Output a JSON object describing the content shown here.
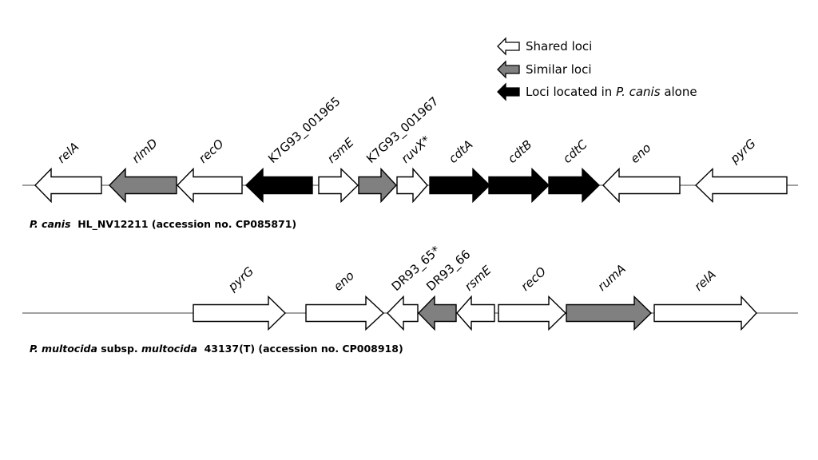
{
  "colors": {
    "shared": "#ffffff",
    "similar": "#808080",
    "unique": "#000000",
    "outline": "#000000",
    "backbone": "#808080"
  },
  "legend": [
    {
      "type": "shared",
      "label": "Shared loci"
    },
    {
      "type": "similar",
      "label": "Similar loci"
    },
    {
      "type": "unique",
      "label_prefix": "Loci located in ",
      "label_italic": "P. canis",
      "label_suffix": " alone"
    }
  ],
  "tracks": [
    {
      "id": "p-canis",
      "caption": {
        "italic": "P. canis",
        "rest": "  HL_NV12211 (accession no. CP085871)"
      },
      "genes": [
        {
          "name": "relA",
          "italic": true,
          "type": "shared",
          "strand": "-"
        },
        {
          "name": "rlmD",
          "italic": true,
          "type": "similar",
          "strand": "-"
        },
        {
          "name": "recO",
          "italic": true,
          "type": "shared",
          "strand": "-"
        },
        {
          "name": "K7G93_001965",
          "italic": false,
          "type": "unique",
          "strand": "-"
        },
        {
          "name": "rsmE",
          "italic": true,
          "type": "shared",
          "strand": "+"
        },
        {
          "name": "K7G93_001967",
          "italic": false,
          "type": "similar",
          "strand": "+"
        },
        {
          "name": "ruvX*",
          "italic": true,
          "type": "shared",
          "strand": "+"
        },
        {
          "name": "cdtA",
          "italic": true,
          "type": "unique",
          "strand": "+"
        },
        {
          "name": "cdtB",
          "italic": true,
          "type": "unique",
          "strand": "+"
        },
        {
          "name": "cdtC",
          "italic": true,
          "type": "unique",
          "strand": "+"
        },
        {
          "name": "eno",
          "italic": true,
          "type": "shared",
          "strand": "-"
        },
        {
          "name": "pyrG",
          "italic": true,
          "type": "shared",
          "strand": "-"
        }
      ]
    },
    {
      "id": "p-multocida",
      "caption": {
        "italic": "P. multocida",
        "mid": " subsp. ",
        "italic2": "multocida",
        "rest": "  43137(T) (accession no. CP008918)"
      },
      "genes": [
        {
          "name": "pyrG",
          "italic": true,
          "type": "shared",
          "strand": "+"
        },
        {
          "name": "eno",
          "italic": true,
          "type": "shared",
          "strand": "+"
        },
        {
          "name": "DR93_65*",
          "italic": false,
          "type": "shared",
          "strand": "-"
        },
        {
          "name": "DR93_66",
          "italic": false,
          "type": "similar",
          "strand": "-"
        },
        {
          "name": "rsmE",
          "italic": true,
          "type": "shared",
          "strand": "-"
        },
        {
          "name": "recO",
          "italic": true,
          "type": "shared",
          "strand": "+"
        },
        {
          "name": "rumA",
          "italic": true,
          "type": "similar",
          "strand": "+"
        },
        {
          "name": "relA",
          "italic": true,
          "type": "shared",
          "strand": "+"
        }
      ]
    }
  ]
}
